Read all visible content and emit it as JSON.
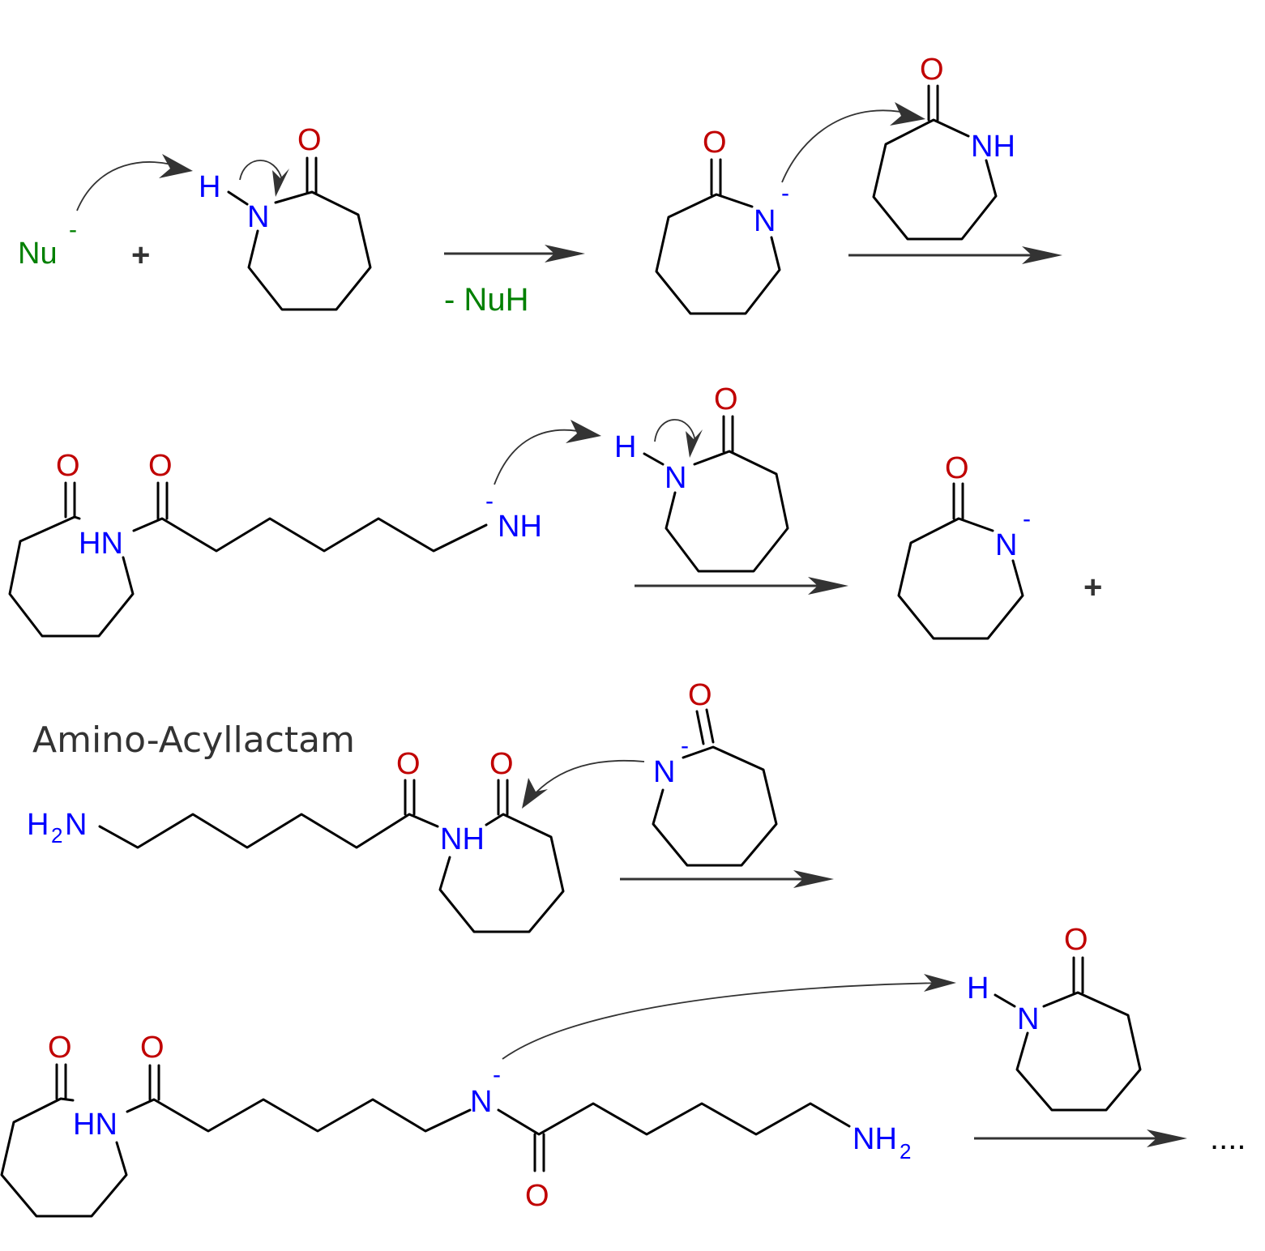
{
  "colors": {
    "oxygen": "#c00000",
    "nitrogen": "#0000ff",
    "nucleophile": "#008000",
    "bond": "#000000",
    "arrow": "#333333",
    "text": "#333333"
  },
  "labels": {
    "O": "O",
    "N": "N",
    "H": "H",
    "NH": "NH",
    "HN": "HN",
    "minus": "-",
    "plus": "+",
    "nu": "Nu",
    "h2n_h": "H",
    "h2n_sub": "2",
    "h2n_n": "N",
    "nh2_nh": "NH",
    "nh2_sub": "2",
    "ellipsis": "...."
  },
  "step1": {
    "byproduct": "- NuH"
  },
  "step3": {
    "title": "Amino-Acyllactam"
  }
}
